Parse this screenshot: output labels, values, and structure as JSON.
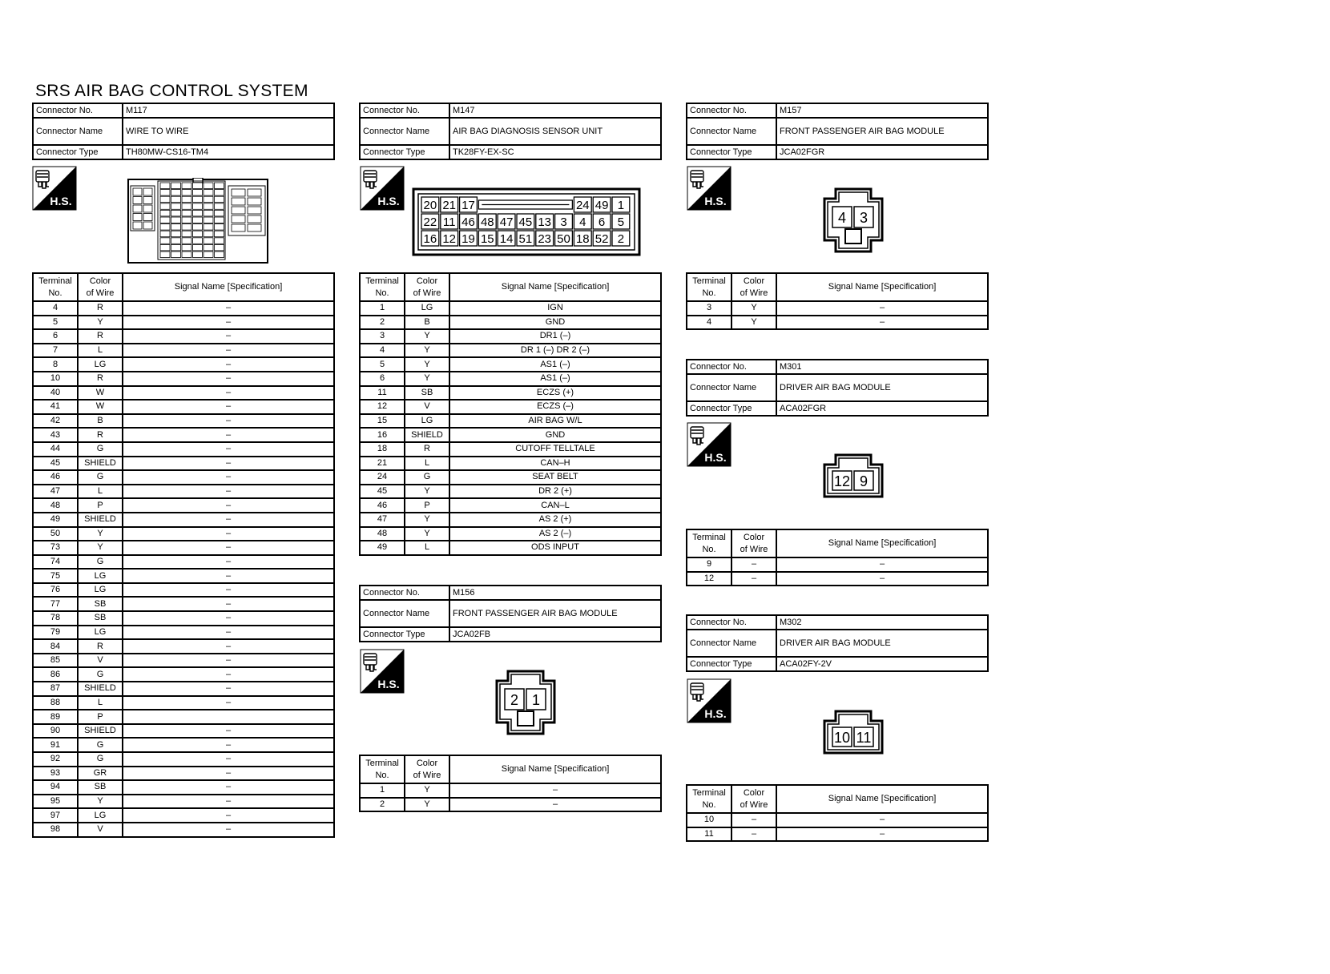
{
  "page": {
    "title": "SRS AIR BAG CONTROL SYSTEM"
  },
  "labels": {
    "connector_no": "Connector No.",
    "connector_name": "Connector Name",
    "connector_type": "Connector Type",
    "terminal_no_line1": "Terminal",
    "terminal_no_line2": "No.",
    "color_line1": "Color",
    "color_line2": "of Wire",
    "signal": "Signal Name [Specification]",
    "hs": "H.S."
  },
  "connectors": {
    "m117": {
      "no": "M117",
      "name": "WIRE TO WIRE",
      "type": "TH80MW-CS16-TM4",
      "rows": [
        [
          "4",
          "R",
          "–"
        ],
        [
          "5",
          "Y",
          "–"
        ],
        [
          "6",
          "R",
          "–"
        ],
        [
          "7",
          "L",
          "–"
        ],
        [
          "8",
          "LG",
          "–"
        ],
        [
          "10",
          "R",
          "–"
        ],
        [
          "40",
          "W",
          "–"
        ],
        [
          "41",
          "W",
          "–"
        ],
        [
          "42",
          "B",
          "–"
        ],
        [
          "43",
          "R",
          "–"
        ],
        [
          "44",
          "G",
          "–"
        ],
        [
          "45",
          "SHIELD",
          "–"
        ],
        [
          "46",
          "G",
          "–"
        ],
        [
          "47",
          "L",
          "–"
        ],
        [
          "48",
          "P",
          "–"
        ],
        [
          "49",
          "SHIELD",
          "–"
        ],
        [
          "50",
          "Y",
          "–"
        ],
        [
          "73",
          "Y",
          "–"
        ],
        [
          "74",
          "G",
          "–"
        ],
        [
          "75",
          "LG",
          "–"
        ],
        [
          "76",
          "LG",
          "–"
        ],
        [
          "77",
          "SB",
          "–"
        ],
        [
          "78",
          "SB",
          "–"
        ],
        [
          "79",
          "LG",
          "–"
        ],
        [
          "84",
          "R",
          "–"
        ],
        [
          "85",
          "V",
          "–"
        ],
        [
          "86",
          "G",
          "–"
        ],
        [
          "87",
          "SHIELD",
          "–"
        ],
        [
          "88",
          "L",
          "–"
        ],
        [
          "89",
          "P",
          ""
        ],
        [
          "90",
          "SHIELD",
          "–"
        ],
        [
          "91",
          "G",
          "–"
        ],
        [
          "92",
          "G",
          "–"
        ],
        [
          "93",
          "GR",
          "–"
        ],
        [
          "94",
          "SB",
          "–"
        ],
        [
          "95",
          "Y",
          "–"
        ],
        [
          "97",
          "LG",
          "–"
        ],
        [
          "98",
          "V",
          "–"
        ]
      ]
    },
    "m147": {
      "no": "M147",
      "name": "AIR BAG DIAGNOSIS SENSOR UNIT",
      "type": "TK28FY-EX-SC",
      "face": [
        [
          "20",
          "21",
          "17",
          "",
          "",
          "",
          "",
          "",
          "24",
          "49",
          "1"
        ],
        [
          "22",
          "11",
          "46",
          "48",
          "47",
          "45",
          "13",
          "3",
          "4",
          "6",
          "5"
        ],
        [
          "16",
          "12",
          "19",
          "15",
          "14",
          "51",
          "23",
          "50",
          "18",
          "52",
          "2"
        ]
      ],
      "rows": [
        [
          "1",
          "LG",
          "IGN"
        ],
        [
          "2",
          "B",
          "GND"
        ],
        [
          "3",
          "Y",
          "DR1 (–)"
        ],
        [
          "4",
          "Y",
          "DR 1 (–) DR 2 (–)"
        ],
        [
          "5",
          "Y",
          "AS1 (–)"
        ],
        [
          "6",
          "Y",
          "AS1 (–)"
        ],
        [
          "11",
          "SB",
          "ECZS (+)"
        ],
        [
          "12",
          "V",
          "ECZS (–)"
        ],
        [
          "15",
          "LG",
          "AIR BAG W/L"
        ],
        [
          "16",
          "SHIELD",
          "GND"
        ],
        [
          "18",
          "R",
          "CUTOFF TELLTALE"
        ],
        [
          "21",
          "L",
          "CAN–H"
        ],
        [
          "24",
          "G",
          "SEAT BELT"
        ],
        [
          "45",
          "Y",
          "DR 2 (+)"
        ],
        [
          "46",
          "P",
          "CAN–L"
        ],
        [
          "47",
          "Y",
          "AS 2 (+)"
        ],
        [
          "48",
          "Y",
          "AS 2 (–)"
        ],
        [
          "49",
          "L",
          "ODS INPUT"
        ]
      ]
    },
    "m156": {
      "no": "M156",
      "name": "FRONT PASSENGER AIR BAG MODULE",
      "type": "JCA02FB",
      "pins": [
        "2",
        "1"
      ],
      "rows": [
        [
          "1",
          "Y",
          "–"
        ],
        [
          "2",
          "Y",
          "–"
        ]
      ]
    },
    "m157": {
      "no": "M157",
      "name": "FRONT PASSENGER AIR BAG MODULE",
      "type": "JCA02FGR",
      "pins": [
        "4",
        "3"
      ],
      "rows": [
        [
          "3",
          "Y",
          "–"
        ],
        [
          "4",
          "Y",
          "–"
        ]
      ]
    },
    "m301": {
      "no": "M301",
      "name": "DRIVER AIR BAG MODULE",
      "type": "ACA02FGR",
      "pins": [
        "12",
        "9"
      ],
      "rows": [
        [
          "9",
          "–",
          "–"
        ],
        [
          "12",
          "–",
          "–"
        ]
      ]
    },
    "m302": {
      "no": "M302",
      "name": "DRIVER AIR BAG MODULE",
      "type": "ACA02FY-2V",
      "pins": [
        "10",
        "11"
      ],
      "rows": [
        [
          "10",
          "–",
          "–"
        ],
        [
          "11",
          "–",
          "–"
        ]
      ]
    }
  }
}
